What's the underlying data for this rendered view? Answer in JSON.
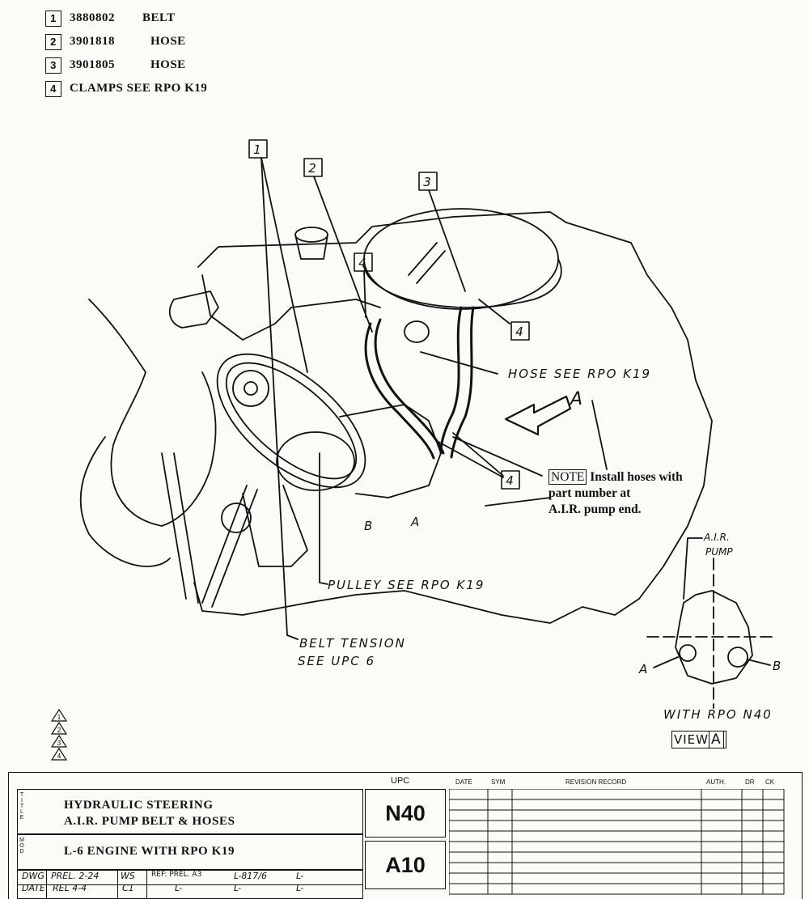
{
  "parts_list": [
    {
      "index": "1",
      "part_no": "3880802",
      "name": "BELT"
    },
    {
      "index": "2",
      "part_no": "3901818",
      "name": "HOSE"
    },
    {
      "index": "3",
      "part_no": "3901805",
      "name": "HOSE"
    },
    {
      "index": "4",
      "text": "CLAMPS SEE RPO K19"
    }
  ],
  "callouts": {
    "c1": "1",
    "c2": "2",
    "c3": "3",
    "c4a": "4",
    "c4b": "4",
    "c4c": "4",
    "qa": "A",
    "B": "B",
    "A": "A"
  },
  "labels": {
    "hose": "HOSE SEE RPO K19",
    "pulley": "PULLEY SEE RPO K19",
    "belt_tension_1": "BELT TENSION",
    "belt_tension_2": "SEE UPC 6",
    "note_tag": "NOTE",
    "note_1": "Install hoses with",
    "note_2": "part number at",
    "note_3": "A.I.R. pump end."
  },
  "view": {
    "pump_1": "A.I.R.",
    "pump_2": "PUMP",
    "port_a": "A",
    "port_b": "B",
    "rpo": "WITH RPO N40",
    "view_word": "VIEW",
    "view_letter": "A"
  },
  "revision_marks": [
    "1",
    "2",
    "3",
    "4"
  ],
  "title_block": {
    "title_side": "TITLE",
    "title_1": "HYDRAULIC STEERING",
    "title_2": "A.I.R. PUMP BELT & HOSES",
    "mod_side": "MOD",
    "mod": "L-6 ENGINE WITH RPO K19",
    "upc_header": "UPC",
    "upc": "N40",
    "code": "A10",
    "dwg_label": "DWG",
    "dwg_value": "PREL. 2-24",
    "dwg_init": "WS",
    "date_label": "DATE",
    "date_value": "REL 4-4",
    "date_init": "C1",
    "ref": "REF: PREL. A3",
    "ref_l1": "L-817/6",
    "ref_l2": "L-",
    "ref_l3": "L-",
    "ref_l4": "L-",
    "ref_l5": "L-",
    "rev_headers": [
      "DATE",
      "SYM",
      "REVISION RECORD",
      "AUTH.",
      "DR",
      "CK"
    ]
  }
}
